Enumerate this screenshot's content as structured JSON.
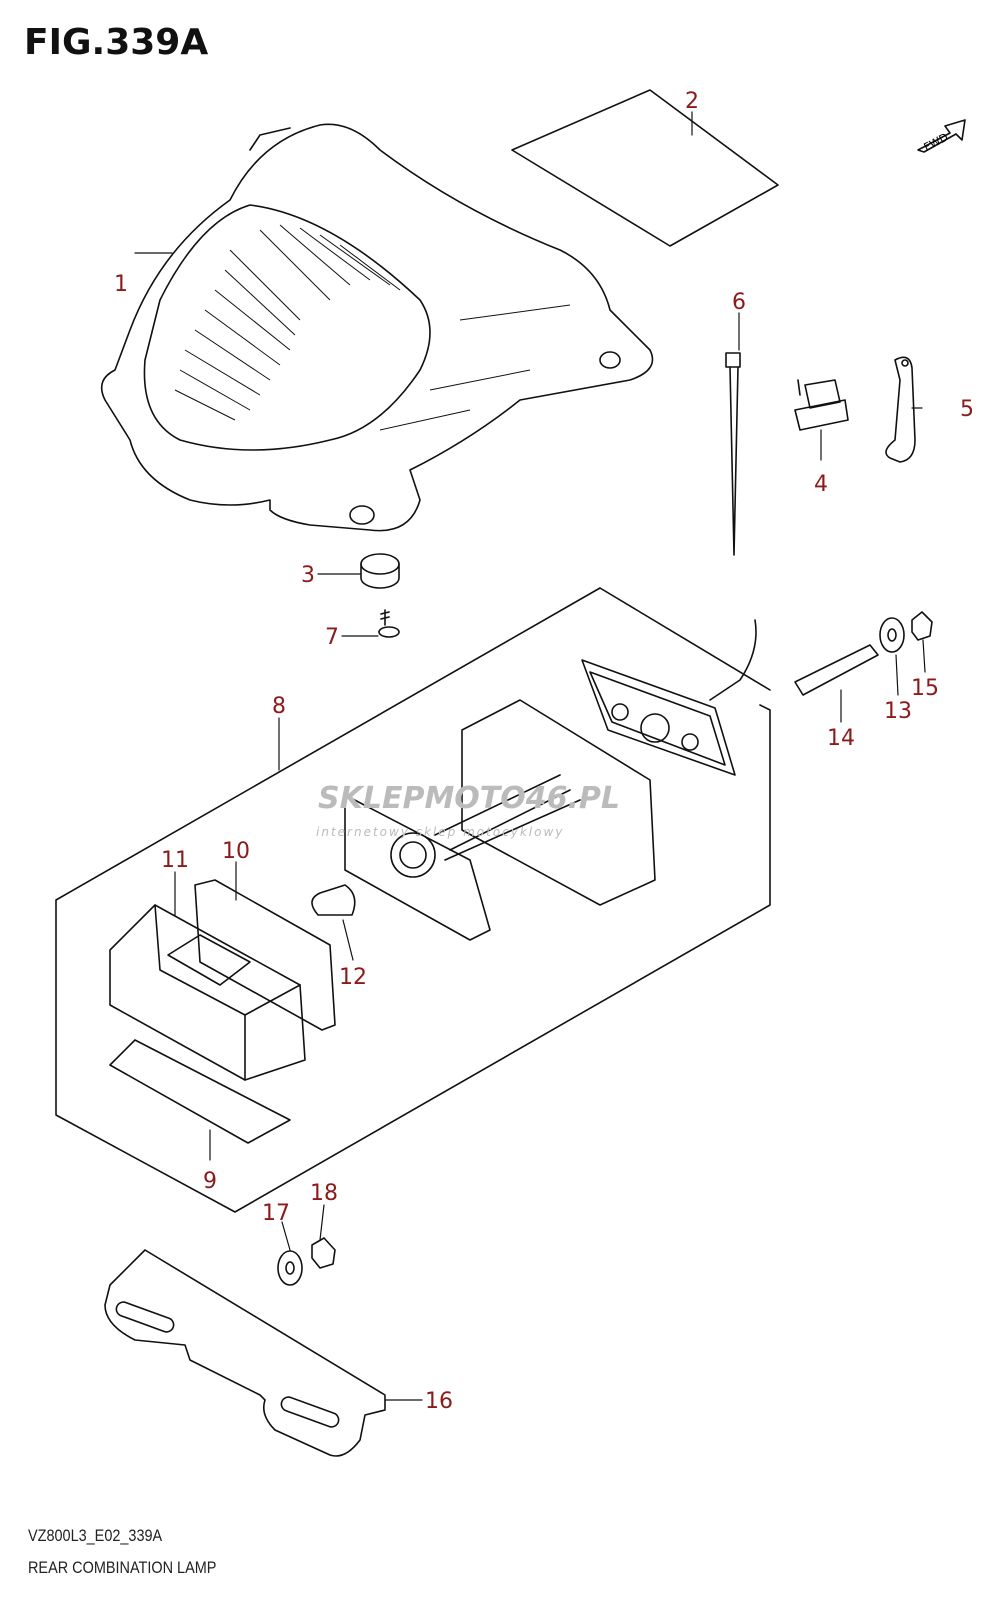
{
  "figure_title": "FIG.339A",
  "diagram_code": "VZ800L3_E02_339A",
  "diagram_name": "REAR COMBINATION LAMP",
  "direction_badge": "FWD",
  "watermark": {
    "main": "SKLEPMOTO46.PL",
    "sub": "internetowy sklep motocyklowy"
  },
  "label_color": "#8b1a1a",
  "callouts": [
    "1",
    "2",
    "3",
    "4",
    "5",
    "6",
    "7",
    "8",
    "9",
    "10",
    "11",
    "12",
    "13",
    "14",
    "15",
    "16",
    "17",
    "18"
  ]
}
